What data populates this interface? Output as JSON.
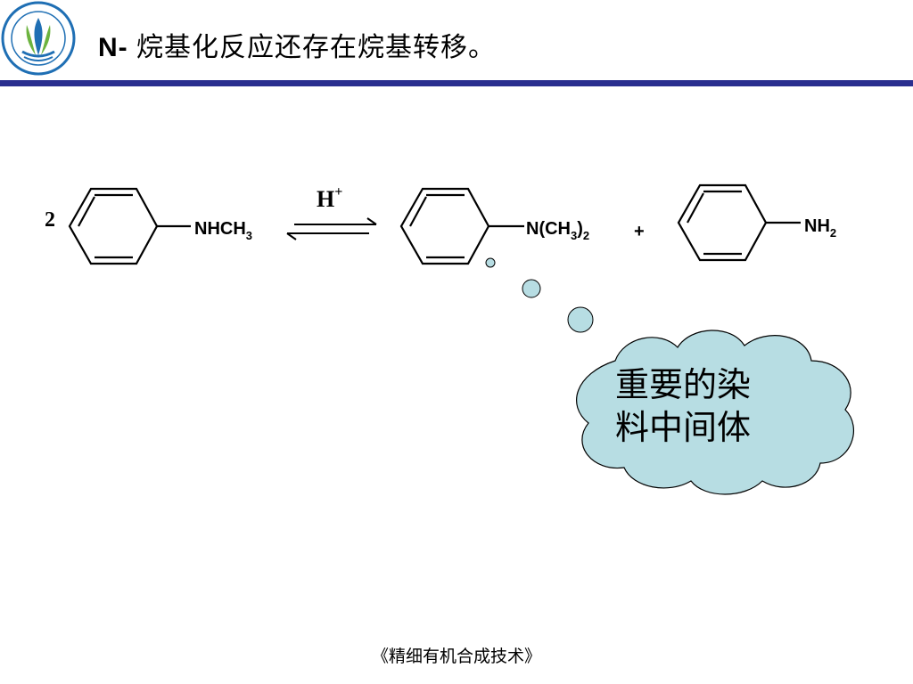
{
  "header": {
    "title_prefix": "N-",
    "title_text": "烷基化反应还存在烷基转移。",
    "rule_color": "#2a2f8f"
  },
  "logo": {
    "icon": "institute-seal-icon"
  },
  "reaction": {
    "coefficient": "2",
    "catalyst": "H",
    "catalyst_charge": "+",
    "reactant": {
      "main": "NHCH",
      "sub": "3"
    },
    "product1": {
      "a": "N(CH",
      "sub1": "3",
      "b": ")",
      "sub2": "2"
    },
    "plus": "+",
    "product2": {
      "main": "NH",
      "sub": "2"
    },
    "arrow": "equilibrium-arrow-icon"
  },
  "callout": {
    "text_line1": "重要的染",
    "text_line2": "料中间体",
    "fill_color": "#b7dde3",
    "icon": "thought-cloud-icon"
  },
  "footer": {
    "text": "《精细有机合成技术》"
  }
}
